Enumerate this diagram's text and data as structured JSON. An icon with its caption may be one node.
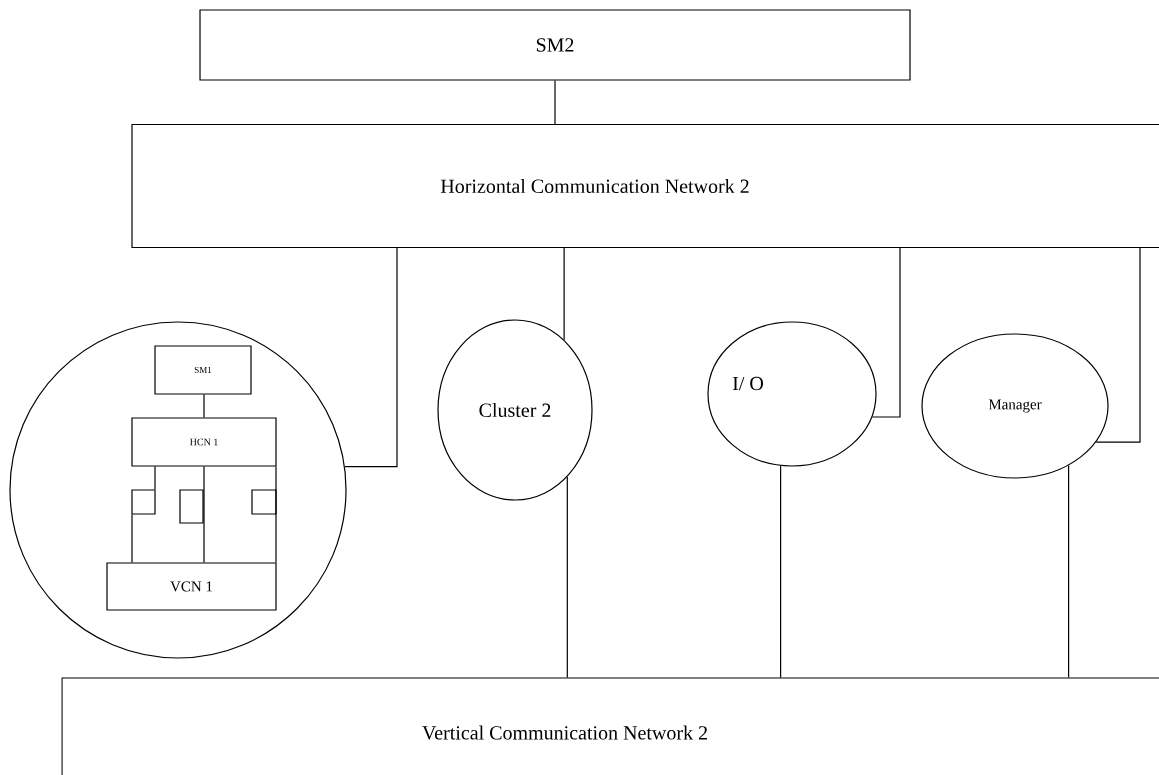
{
  "diagram": {
    "nodes": [
      {
        "text": [
          "SM2"
        ]
      },
      {
        "text": [
          "Horizontal  Communication  Network 2"
        ]
      },
      {
        "text": [],
        "shape": "circle"
      },
      {
        "text": [
          "SM1"
        ],
        "in": 2
      },
      {
        "text": [
          "HCN 1"
        ],
        "in": 2
      },
      {
        "text": [],
        "shape": "box",
        "in": 2
      },
      {
        "text": [],
        "shape": "box",
        "in": 2
      },
      {
        "text": [],
        "shape": "box",
        "in": 2
      },
      {
        "text": [
          "VCN 1"
        ],
        "in": 2
      },
      {
        "text": [
          "Cluster 2"
        ]
      },
      {
        "text": [
          "I/ O"
        ]
      },
      {
        "text": [
          "Manager"
        ]
      },
      {
        "text": [
          "Vertical Communication  Network 2"
        ]
      }
    ],
    "edges": [
      {
        "from": 0,
        "to": 1,
        "arrow": "none"
      },
      {
        "from": 1,
        "to": 2,
        "arrow": "none"
      },
      {
        "from": 1,
        "to": 9,
        "arrow": "none"
      },
      {
        "from": 1,
        "to": 10,
        "arrow": "none"
      },
      {
        "from": 1,
        "to": 11,
        "arrow": "none"
      },
      {
        "from": 9,
        "to": 12,
        "arrow": "none"
      },
      {
        "from": 10,
        "to": 12,
        "arrow": "none"
      },
      {
        "from": 11,
        "to": 12,
        "arrow": "none"
      },
      {
        "from": 3,
        "to": 4,
        "arrow": "none"
      },
      {
        "from": 4,
        "to": 5,
        "arrow": "none"
      },
      {
        "from": 5,
        "to": 8,
        "arrow": "none"
      },
      {
        "from": 4,
        "to": 8,
        "arrow": "none"
      },
      {
        "from": 4,
        "to": 8,
        "arrow": "none"
      }
    ]
  }
}
